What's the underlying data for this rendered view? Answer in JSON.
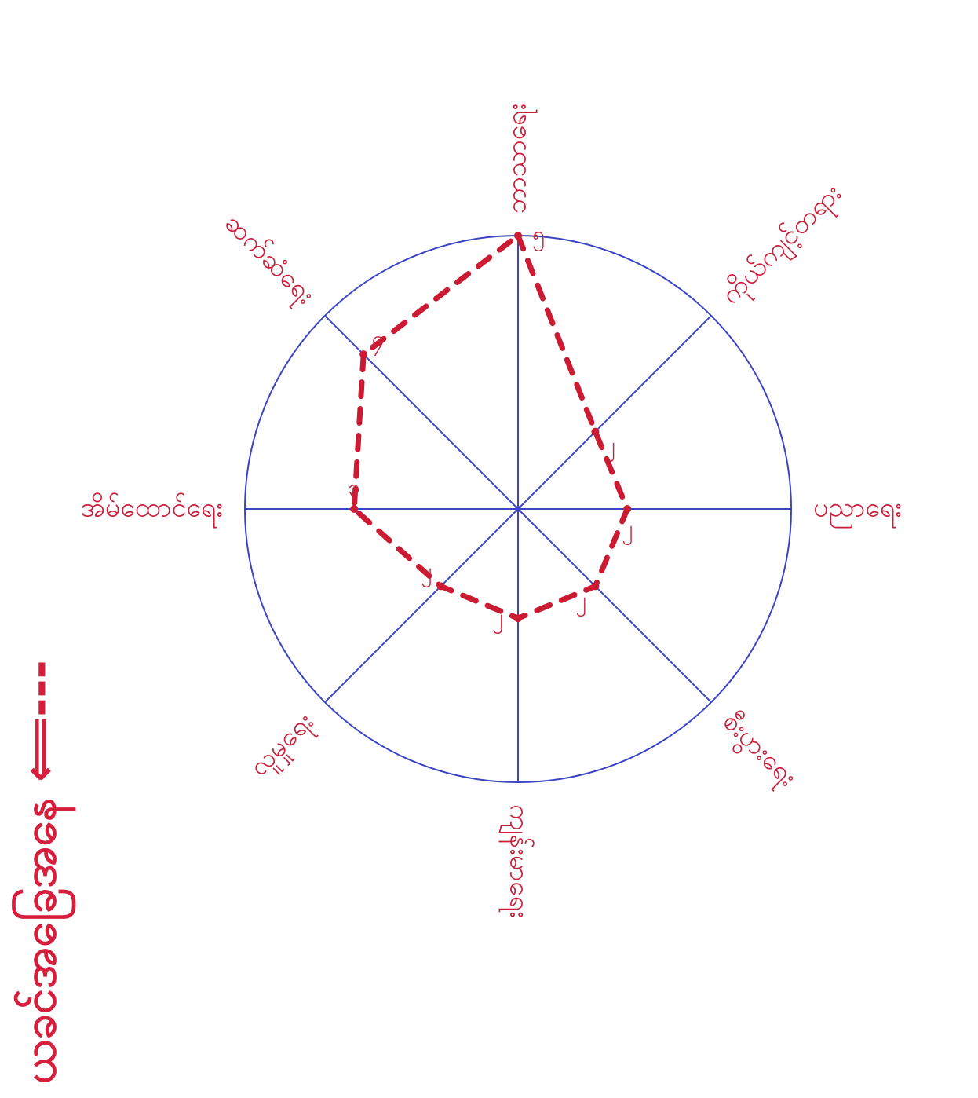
{
  "diagram": {
    "type": "radar",
    "colors": {
      "axis": "#3b45c4",
      "polygon": "#cc1a33",
      "label": "#c8203a"
    },
    "spokes": [
      {
        "label": "ဘာသာရေး",
        "value": 5,
        "value_label": "၅"
      },
      {
        "label": "ကိုယ်ကျင့်တရား",
        "value": 2,
        "value_label": "၂"
      },
      {
        "label": "ပညာရေး",
        "value": 2,
        "value_label": "၂"
      },
      {
        "label": "စီးပွားရေး",
        "value": 2,
        "value_label": "၂"
      },
      {
        "label": "ကျန်းမာရေး",
        "value": 2,
        "value_label": "၂"
      },
      {
        "label": "လူမှုရေး",
        "value": 2,
        "value_label": "၂"
      },
      {
        "label": "အိမ်ထောင်ရေး",
        "value": 3,
        "value_label": "၃"
      },
      {
        "label": "ဆက်ဆံရေး",
        "value": 4,
        "value_label": "၄"
      }
    ],
    "scale_max": 5,
    "legend": "ယခင်အခြေအနေ ⟸---"
  }
}
